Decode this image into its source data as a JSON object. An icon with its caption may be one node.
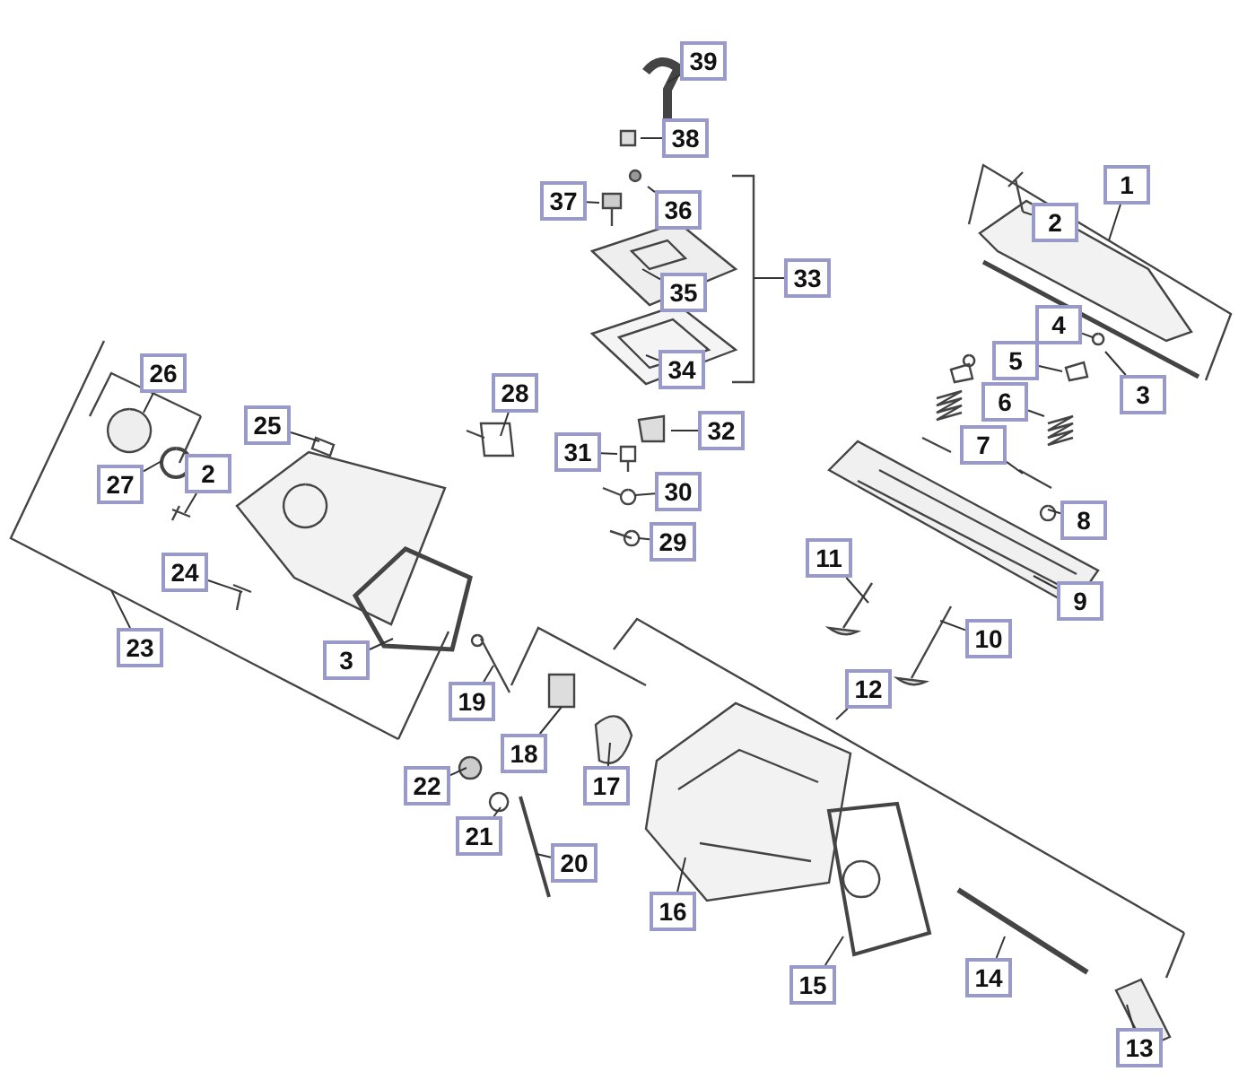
{
  "diagram": {
    "nodes": [
      {
        "text": [
          "39"
        ]
      },
      {
        "text": [
          "38"
        ]
      },
      {
        "text": [
          "37"
        ]
      },
      {
        "text": [
          "36"
        ]
      },
      {
        "text": [
          "33"
        ]
      },
      {
        "text": [
          "35"
        ]
      },
      {
        "text": [
          "34"
        ]
      },
      {
        "text": [
          "1"
        ]
      },
      {
        "text": [
          "2"
        ]
      },
      {
        "text": [
          "3"
        ]
      },
      {
        "text": [
          "26"
        ]
      },
      {
        "text": [
          "25"
        ]
      },
      {
        "text": [
          "28"
        ]
      },
      {
        "text": [
          "4"
        ]
      },
      {
        "text": [
          "5"
        ]
      },
      {
        "text": [
          "31"
        ]
      },
      {
        "text": [
          "32"
        ]
      },
      {
        "text": [
          "6"
        ]
      },
      {
        "text": [
          "27"
        ]
      },
      {
        "text": [
          "2"
        ]
      },
      {
        "text": [
          "7"
        ]
      },
      {
        "text": [
          "30"
        ]
      },
      {
        "text": [
          "8"
        ]
      },
      {
        "text": [
          "29"
        ]
      },
      {
        "text": [
          "24"
        ]
      },
      {
        "text": [
          "11"
        ]
      },
      {
        "text": [
          "9"
        ]
      },
      {
        "text": [
          "23"
        ]
      },
      {
        "text": [
          "3"
        ]
      },
      {
        "text": [
          "10"
        ]
      },
      {
        "text": [
          "19"
        ]
      },
      {
        "text": [
          "18"
        ]
      },
      {
        "text": [
          "12"
        ]
      },
      {
        "text": [
          "22"
        ]
      },
      {
        "text": [
          "17"
        ]
      },
      {
        "text": [
          "21"
        ]
      },
      {
        "text": [
          "20"
        ]
      },
      {
        "text": [
          "16"
        ]
      },
      {
        "text": [
          "15"
        ]
      },
      {
        "text": [
          "14"
        ]
      },
      {
        "text": [
          "13"
        ]
      }
    ],
    "edges": [
      {
        "from": 0,
        "to": null,
        "arrow": "none"
      },
      {
        "from": 1,
        "to": null,
        "arrow": "none"
      },
      {
        "from": 2,
        "to": null,
        "arrow": "none"
      },
      {
        "from": 3,
        "to": null,
        "arrow": "none"
      },
      {
        "from": 4,
        "to": null,
        "arrow": "none"
      },
      {
        "from": 5,
        "to": null,
        "arrow": "none"
      },
      {
        "from": 6,
        "to": null,
        "arrow": "none"
      },
      {
        "from": 7,
        "to": null,
        "arrow": "none"
      },
      {
        "from": 8,
        "to": null,
        "arrow": "none"
      },
      {
        "from": 9,
        "to": null,
        "arrow": "none"
      },
      {
        "from": 10,
        "to": null,
        "arrow": "none"
      },
      {
        "from": 11,
        "to": null,
        "arrow": "none"
      },
      {
        "from": 12,
        "to": null,
        "arrow": "none"
      },
      {
        "from": 13,
        "to": null,
        "arrow": "none"
      },
      {
        "from": 14,
        "to": null,
        "arrow": "none"
      },
      {
        "from": 15,
        "to": null,
        "arrow": "none"
      },
      {
        "from": 16,
        "to": null,
        "arrow": "none"
      },
      {
        "from": 17,
        "to": null,
        "arrow": "none"
      },
      {
        "from": 18,
        "to": null,
        "arrow": "none"
      },
      {
        "from": 19,
        "to": null,
        "arrow": "none"
      },
      {
        "from": 20,
        "to": null,
        "arrow": "none"
      },
      {
        "from": 21,
        "to": null,
        "arrow": "none"
      },
      {
        "from": 22,
        "to": null,
        "arrow": "none"
      },
      {
        "from": 23,
        "to": null,
        "arrow": "none"
      },
      {
        "from": 24,
        "to": null,
        "arrow": "none"
      },
      {
        "from": 25,
        "to": null,
        "arrow": "none"
      },
      {
        "from": 26,
        "to": null,
        "arrow": "none"
      },
      {
        "from": 27,
        "to": null,
        "arrow": "none"
      },
      {
        "from": 28,
        "to": null,
        "arrow": "none"
      },
      {
        "from": 29,
        "to": null,
        "arrow": "none"
      },
      {
        "from": 30,
        "to": null,
        "arrow": "none"
      },
      {
        "from": 31,
        "to": null,
        "arrow": "none"
      },
      {
        "from": 32,
        "to": null,
        "arrow": "none"
      },
      {
        "from": 33,
        "to": null,
        "arrow": "none"
      },
      {
        "from": 34,
        "to": null,
        "arrow": "none"
      },
      {
        "from": 35,
        "to": null,
        "arrow": "none"
      },
      {
        "from": 36,
        "to": null,
        "arrow": "none"
      },
      {
        "from": 37,
        "to": null,
        "arrow": "none"
      },
      {
        "from": 38,
        "to": null,
        "arrow": "none"
      },
      {
        "from": 39,
        "to": null,
        "arrow": "none"
      },
      {
        "from": 40,
        "to": null,
        "arrow": "none"
      }
    ]
  }
}
